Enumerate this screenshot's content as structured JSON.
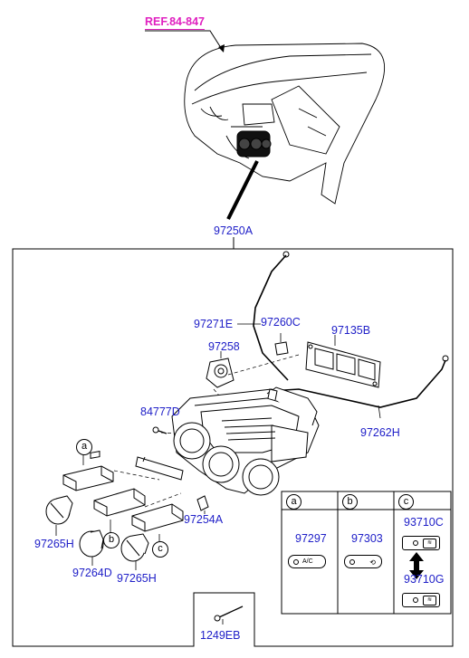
{
  "reference": {
    "label": "REF.84-847",
    "color": "#e020c0"
  },
  "label_color": "#2020c8",
  "parts": {
    "assembly": "97250A",
    "cable_upper": "97271E",
    "clip": "97260C",
    "bracket": "97135B",
    "knob_module": "97258",
    "screw": "84777D",
    "cable_lower": "97262H",
    "bulb": "97254A",
    "knob_left": "97265H",
    "knob_center": "97264D",
    "knob_right": "97265H",
    "bottom_screw": "1249EB"
  },
  "callouts": {
    "a": "a",
    "b": "b",
    "c": "c"
  },
  "table": {
    "headers": [
      "a",
      "b",
      "c"
    ],
    "col_a": {
      "part": "97297",
      "button_text": "A/C"
    },
    "col_b": {
      "part": "97303"
    },
    "col_c": {
      "part_top": "93710C",
      "part_bottom": "93710G"
    }
  },
  "icons": {
    "arrow": "double-arrow-icon",
    "recirc": "recirculation-icon",
    "rear_defrost": "rear-defrost-icon"
  }
}
